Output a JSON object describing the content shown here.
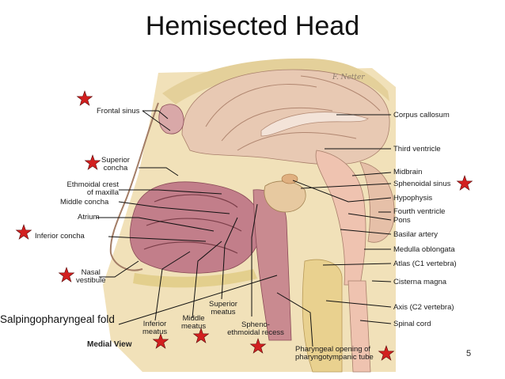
{
  "title": "Hemisected Head",
  "page_number": "5",
  "view_label": "Medial View",
  "callout": "Salpingopharyngeal fold",
  "signature": "F. Netter",
  "colors": {
    "star": "#d21f1f",
    "line": "#111111"
  },
  "labels": {
    "frontal_sinus": "Frontal sinus",
    "superior_concha": [
      "Superior",
      "concha"
    ],
    "ethmoidal_crest": [
      "Ethmoidal crest",
      "of maxilla"
    ],
    "middle_concha": "Middle concha",
    "atrium": "Atrium",
    "inferior_concha": "Inferior concha",
    "nasal_vestibule": [
      "Nasal",
      "vestibule"
    ],
    "inferior_meatus": [
      "Inferior",
      "meatus"
    ],
    "middle_meatus": [
      "Middle",
      "meatus"
    ],
    "superior_meatus": [
      "Superior",
      "meatus"
    ],
    "spheno_recess": [
      "Spheno-",
      "ethmoidal recess"
    ],
    "pharyngeal_opening": [
      "Pharyngeal opening of",
      "pharyngotympanic tube"
    ],
    "corpus_callosum": "Corpus callosum",
    "third_ventricle": "Third ventricle",
    "midbrain": "Midbrain",
    "sphenoidal_sinus": "Sphenoidal sinus",
    "hypophysis": "Hypophysis",
    "fourth_ventricle": "Fourth ventricle",
    "pons": "Pons",
    "basilar_artery": "Basilar artery",
    "medulla": "Medulla oblongata",
    "atlas": "Atlas (C1 vertebra)",
    "cisterna_magna": "Cisterna magna",
    "axis": "Axis (C2 vertebra)",
    "spinal_cord": "Spinal cord"
  }
}
